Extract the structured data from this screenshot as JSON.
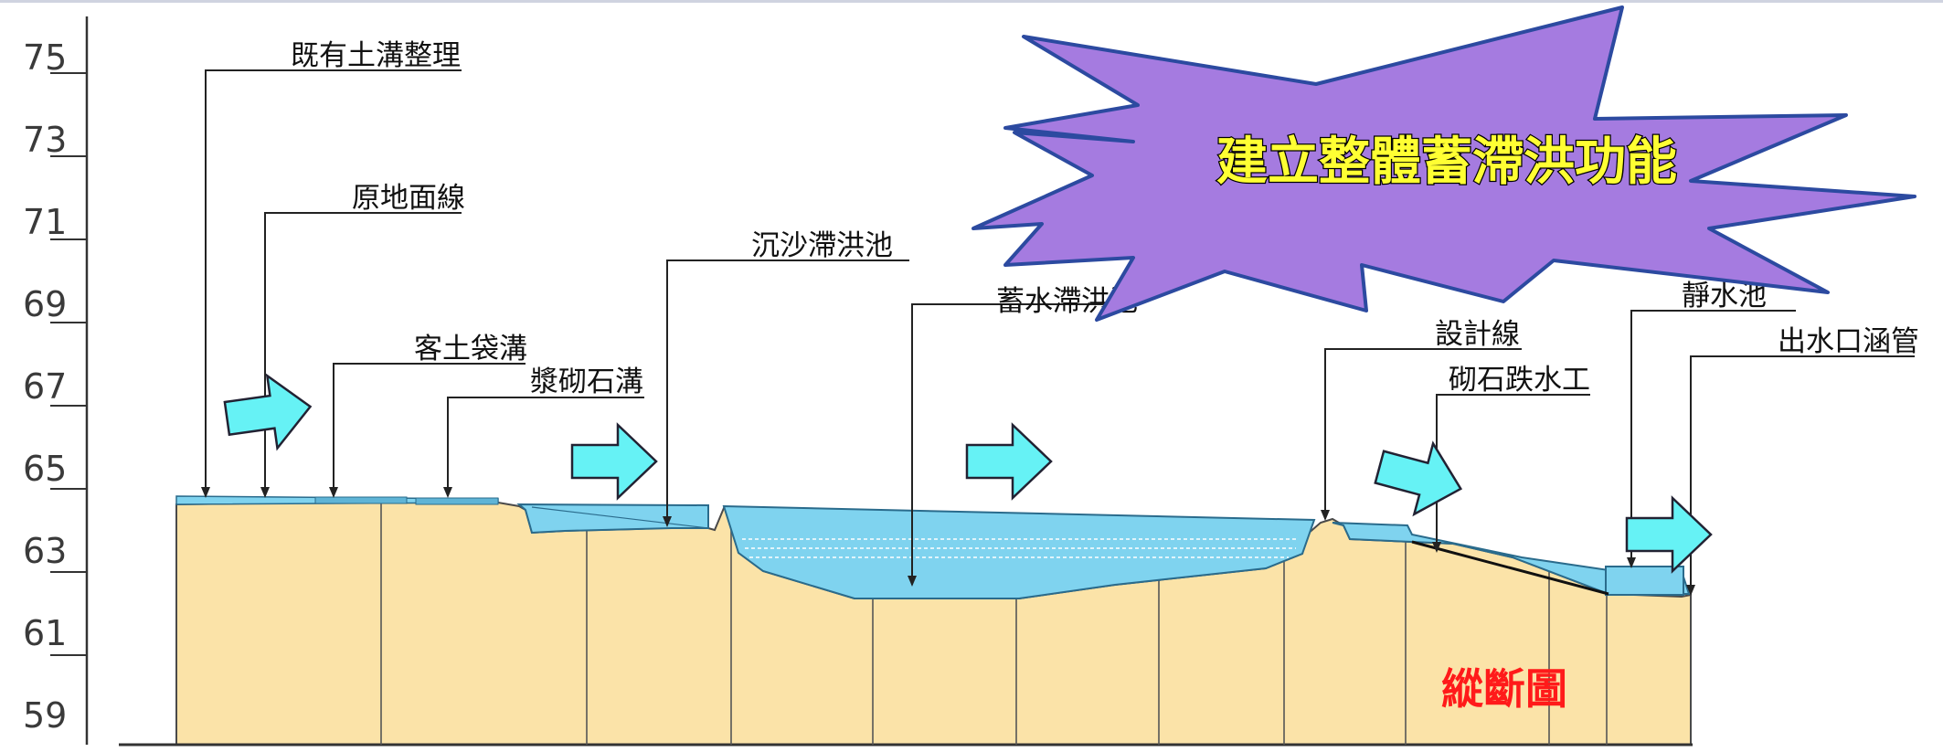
{
  "elevation_axis": {
    "ticks": [
      "75",
      "73",
      "71",
      "69",
      "67",
      "65",
      "63",
      "61",
      "59"
    ]
  },
  "callouts": {
    "existing_ditch": "既有土溝整理",
    "original_ground": "原地面線",
    "soil_bag_ditch": "客土袋溝",
    "masonry_ditch": "漿砌石溝",
    "sediment_pond": "沉沙滯洪池",
    "retention_pond": "蓄水滯洪池",
    "design_line": "設計線",
    "drop_structure": "砌石跌水工",
    "stilling_basin": "靜水池",
    "outlet_culvert": "出水口涵管"
  },
  "burst_label": "建立整體蓄滯洪功能",
  "figure_title": "縱斷圖",
  "colors": {
    "ground": "#fbe3a8",
    "water": "#7fd3ef",
    "arrow_fill": "#66f2f5",
    "burst_fill": "#a57be0",
    "burst_stroke": "#2c4aa0",
    "title": "#ff1a1a"
  },
  "icons": [
    "flow-arrow-icon",
    "starburst-icon"
  ]
}
